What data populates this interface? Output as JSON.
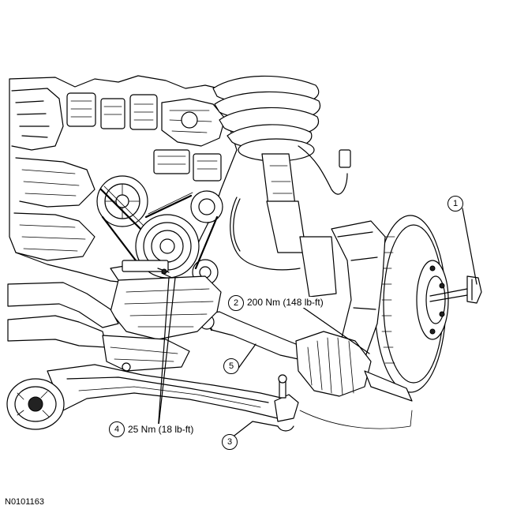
{
  "callouts": [
    {
      "number": "1",
      "text": ""
    },
    {
      "number": "2",
      "text": "200 Nm (148 lb-ft)"
    },
    {
      "number": "3",
      "text": ""
    },
    {
      "number": "4",
      "text": "25 Nm (18 lb-ft)"
    },
    {
      "number": "5",
      "text": ""
    }
  ],
  "figure_id": "N0101163"
}
